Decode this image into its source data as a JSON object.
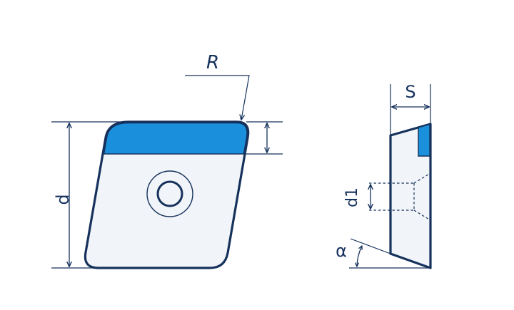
{
  "labels": {
    "radius": "R",
    "diameter": "d",
    "thickness": "S",
    "hole_diameter": "d1",
    "angle": "α"
  },
  "colors": {
    "outline": "#16325c",
    "fill": "#f1f4f8",
    "accent": "#1a8fdc"
  }
}
